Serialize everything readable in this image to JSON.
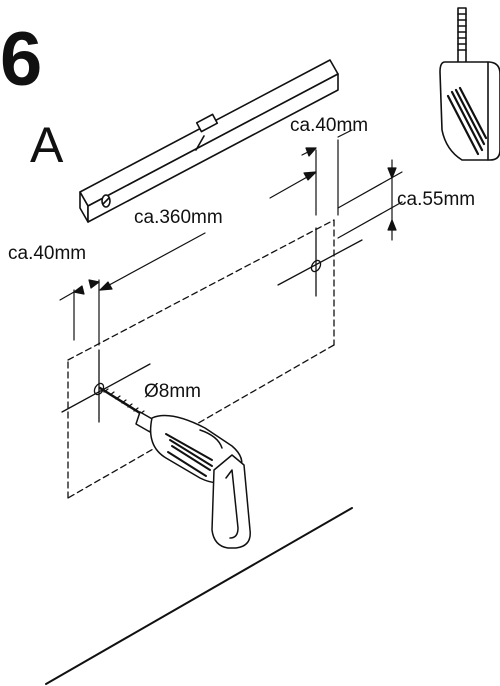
{
  "step": {
    "number": "6",
    "sub_label": "A"
  },
  "dimensions": {
    "offset_top_right": "ca.40mm",
    "vertical_spacing": "ca.55mm",
    "horizontal_spacing": "ca.360mm",
    "offset_left": "ca.40mm",
    "drill_diameter": "Ø8mm"
  },
  "components": {
    "spirit_level": "spirit-level-icon",
    "tape_measure": "tape-measure-icon",
    "drill": "power-drill-icon"
  },
  "colors": {
    "ink": "#111111",
    "background": "#ffffff"
  }
}
